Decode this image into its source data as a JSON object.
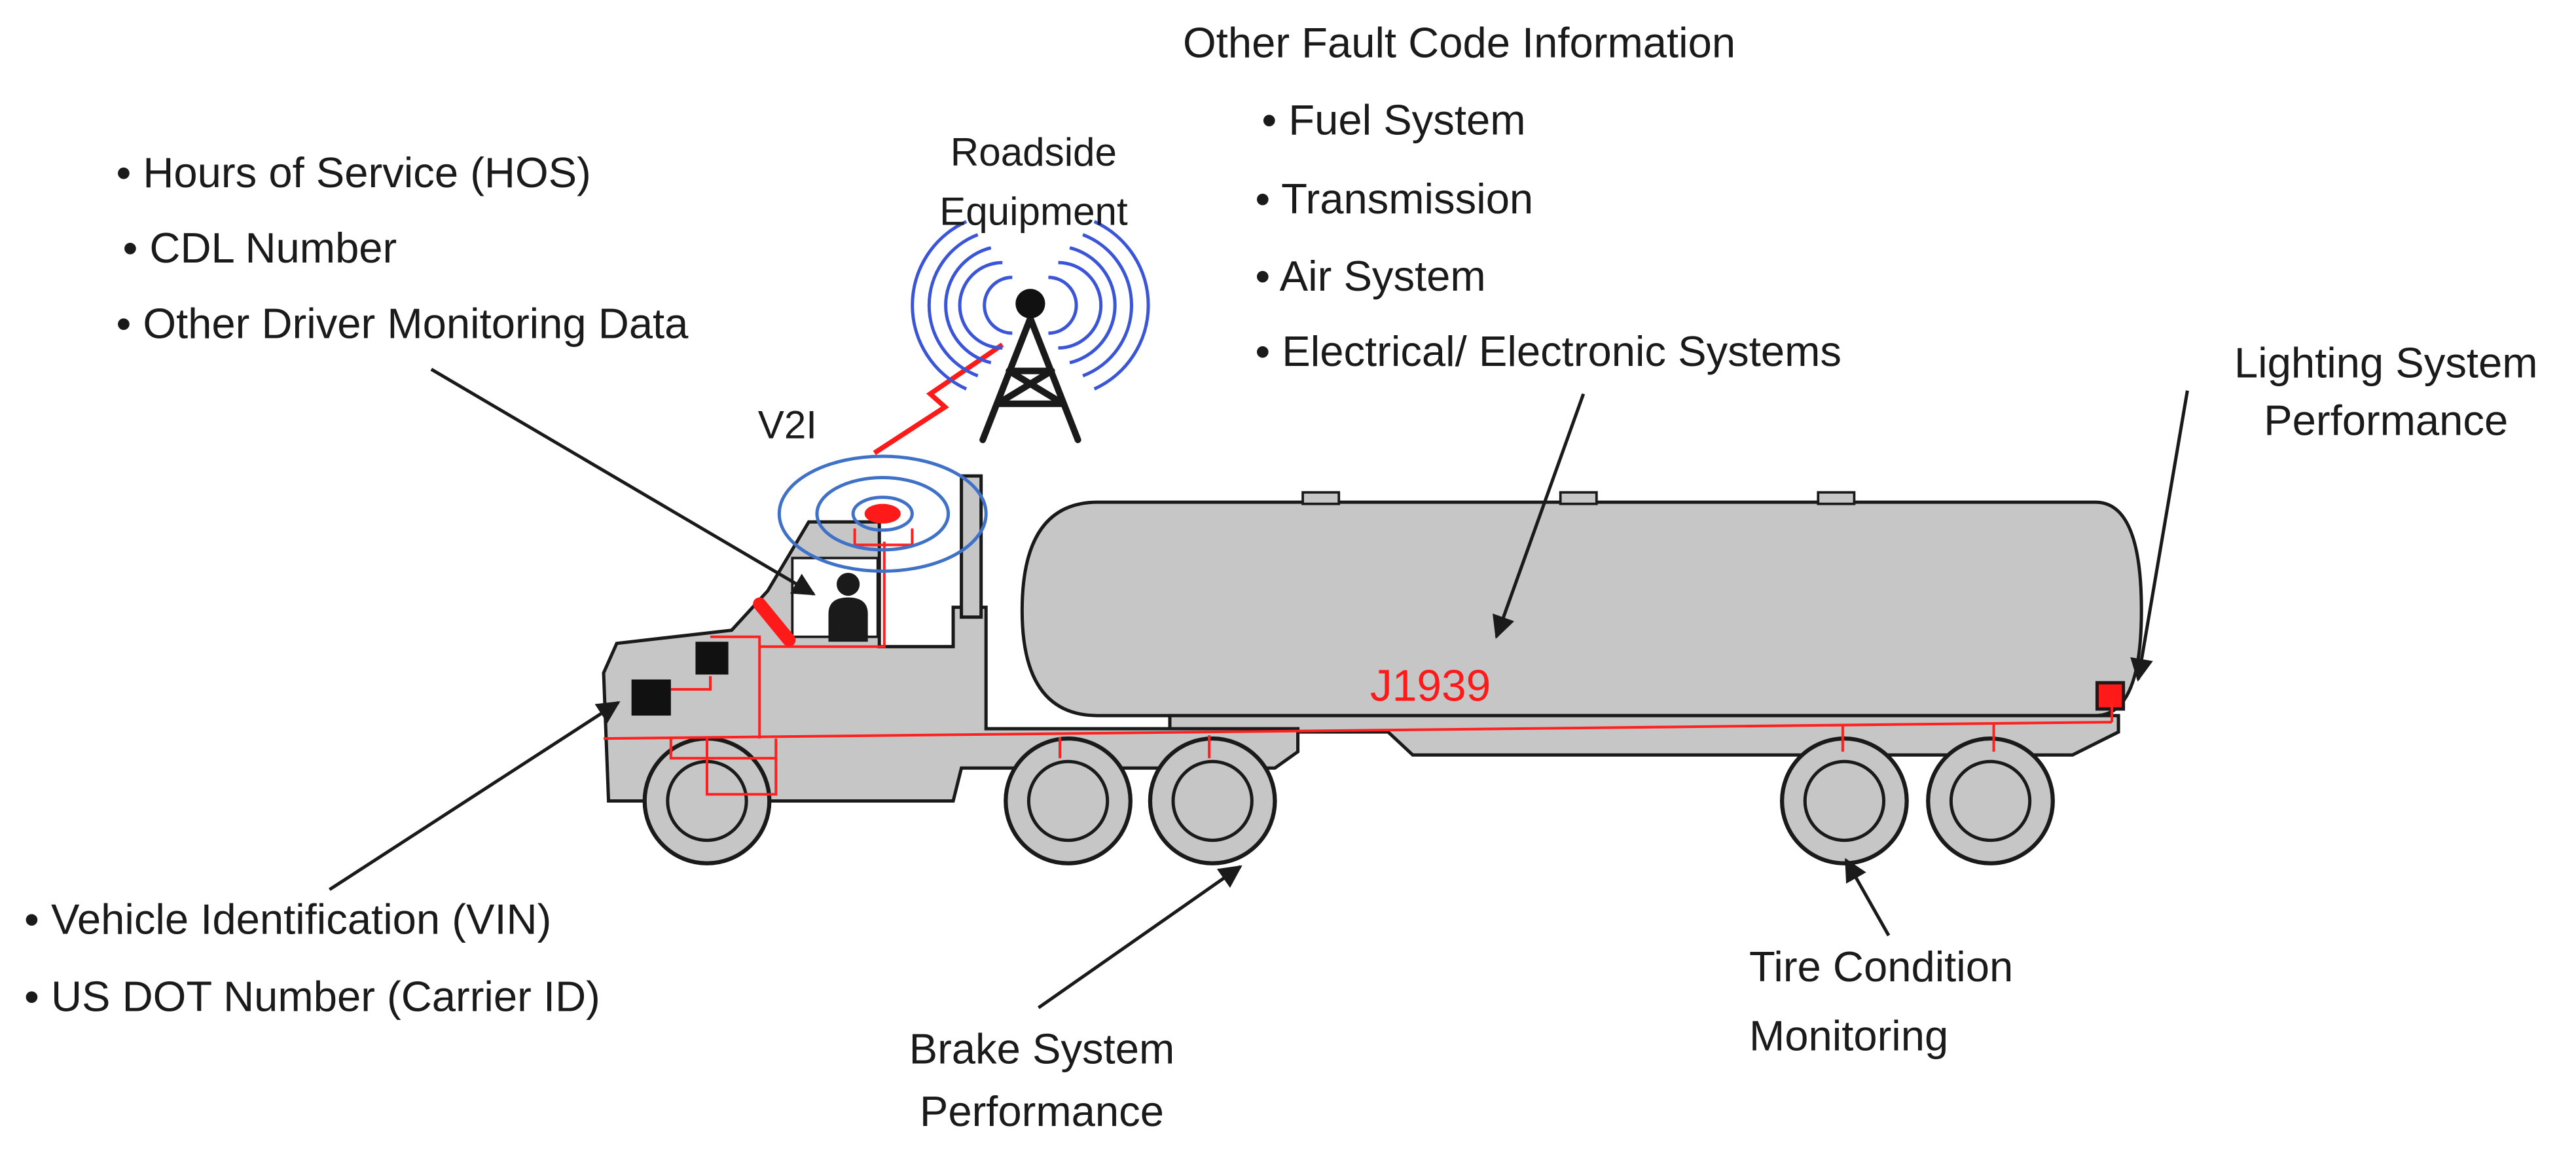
{
  "colors": {
    "truck_body": "#c6c6c6",
    "outline": "#1a1a1a",
    "wiring": "#ff2020",
    "signal_rings": "#3a55d8",
    "v2i_rings": "#3f72c7",
    "background": "#ffffff"
  },
  "icons": {
    "tower": "radio-tower-icon",
    "driver": "driver-icon",
    "antenna": "antenna-icon",
    "lightning": "lightning-bolt-icon"
  },
  "labels": {
    "roadside_line1": "Roadside",
    "roadside_line2": "Equipment",
    "v2i": "V2I",
    "j1939": "J1939",
    "lighting_line1": "Lighting System",
    "lighting_line2": "Performance",
    "brake_line1": "Brake System",
    "brake_line2": "Performance",
    "tire_line1": "Tire Condition",
    "tire_line2": "Monitoring"
  },
  "driver_info": [
    "• Hours of Service (HOS)",
    "• CDL Number",
    "• Other Driver Monitoring Data"
  ],
  "fault_codes": {
    "title": "Other Fault Code Information",
    "items": [
      "• Fuel System",
      "• Transmission",
      "• Air System",
      "• Electrical/ Electronic Systems"
    ]
  },
  "vehicle_info": [
    "• Vehicle Identification (VIN)",
    "• US DOT Number (Carrier ID)"
  ]
}
